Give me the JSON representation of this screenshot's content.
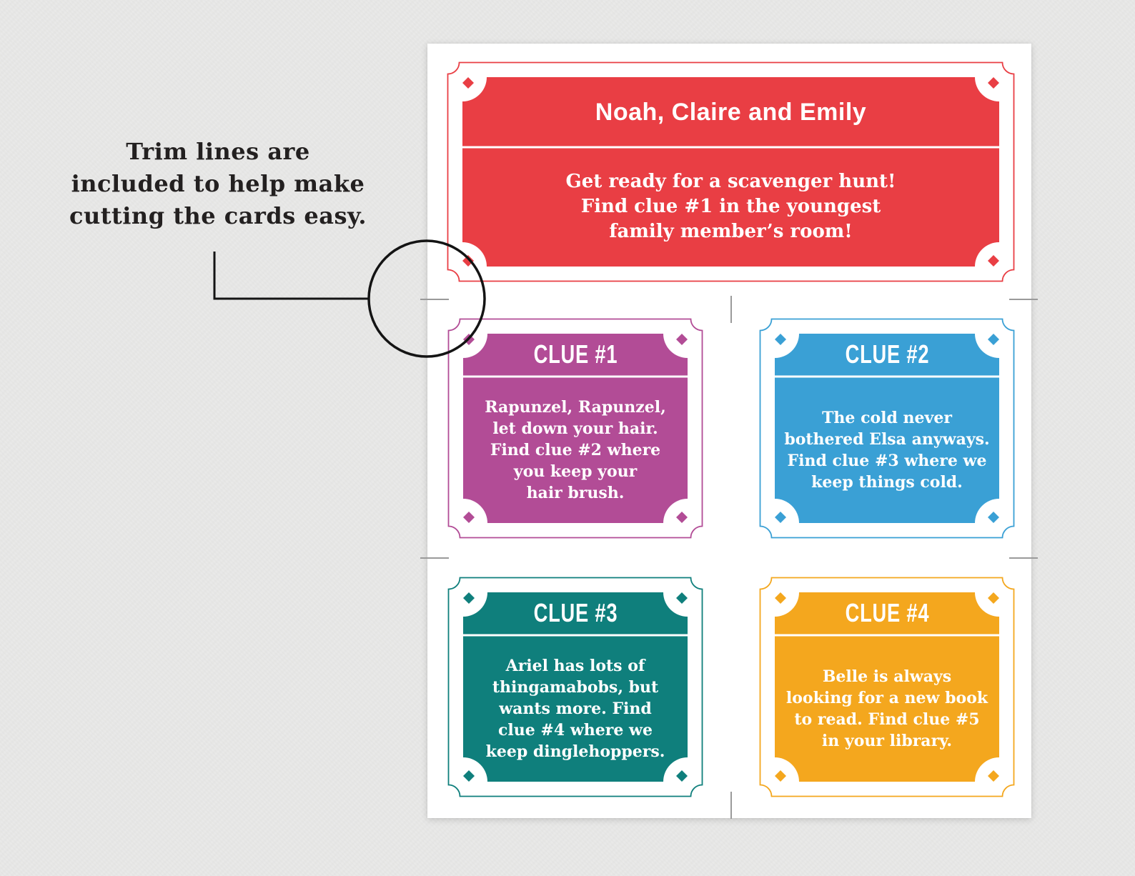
{
  "page": {
    "background_color": "#e9e9e8",
    "sheet_color": "#ffffff",
    "trim_mark_color": "#9a9a9a",
    "callout_color": "#141414"
  },
  "annotation": {
    "lines": [
      "Trim lines are",
      "included to help make",
      "cutting the cards easy."
    ],
    "text_color": "#232020"
  },
  "header_card": {
    "title": "Noah, Claire and Emily",
    "color": "#e93e44",
    "body_lines": [
      "Get ready for a scavenger hunt!",
      "Find clue #1 in the youngest",
      "family member’s room!"
    ]
  },
  "clue_cards": [
    {
      "title": "CLUE #1",
      "color": "#b24c96",
      "body_lines": [
        "Rapunzel, Rapunzel,",
        "let down your hair.",
        "Find clue #2 where",
        "you keep your",
        "hair brush."
      ]
    },
    {
      "title": "CLUE #2",
      "color": "#3aa0d5",
      "body_lines": [
        "The cold never",
        "bothered Elsa anyways.",
        "Find clue #3 where we",
        "keep things cold."
      ]
    },
    {
      "title": "CLUE #3",
      "color": "#0f7f7c",
      "body_lines": [
        "Ariel has lots of",
        "thingamabobs, but",
        "wants more. Find",
        "clue #4 where we",
        "keep dinglehoppers."
      ]
    },
    {
      "title": "CLUE #4",
      "color": "#f4a71e",
      "body_lines": [
        "Belle is always",
        "looking for a new book",
        "to read. Find clue #5",
        "in your library."
      ]
    }
  ]
}
